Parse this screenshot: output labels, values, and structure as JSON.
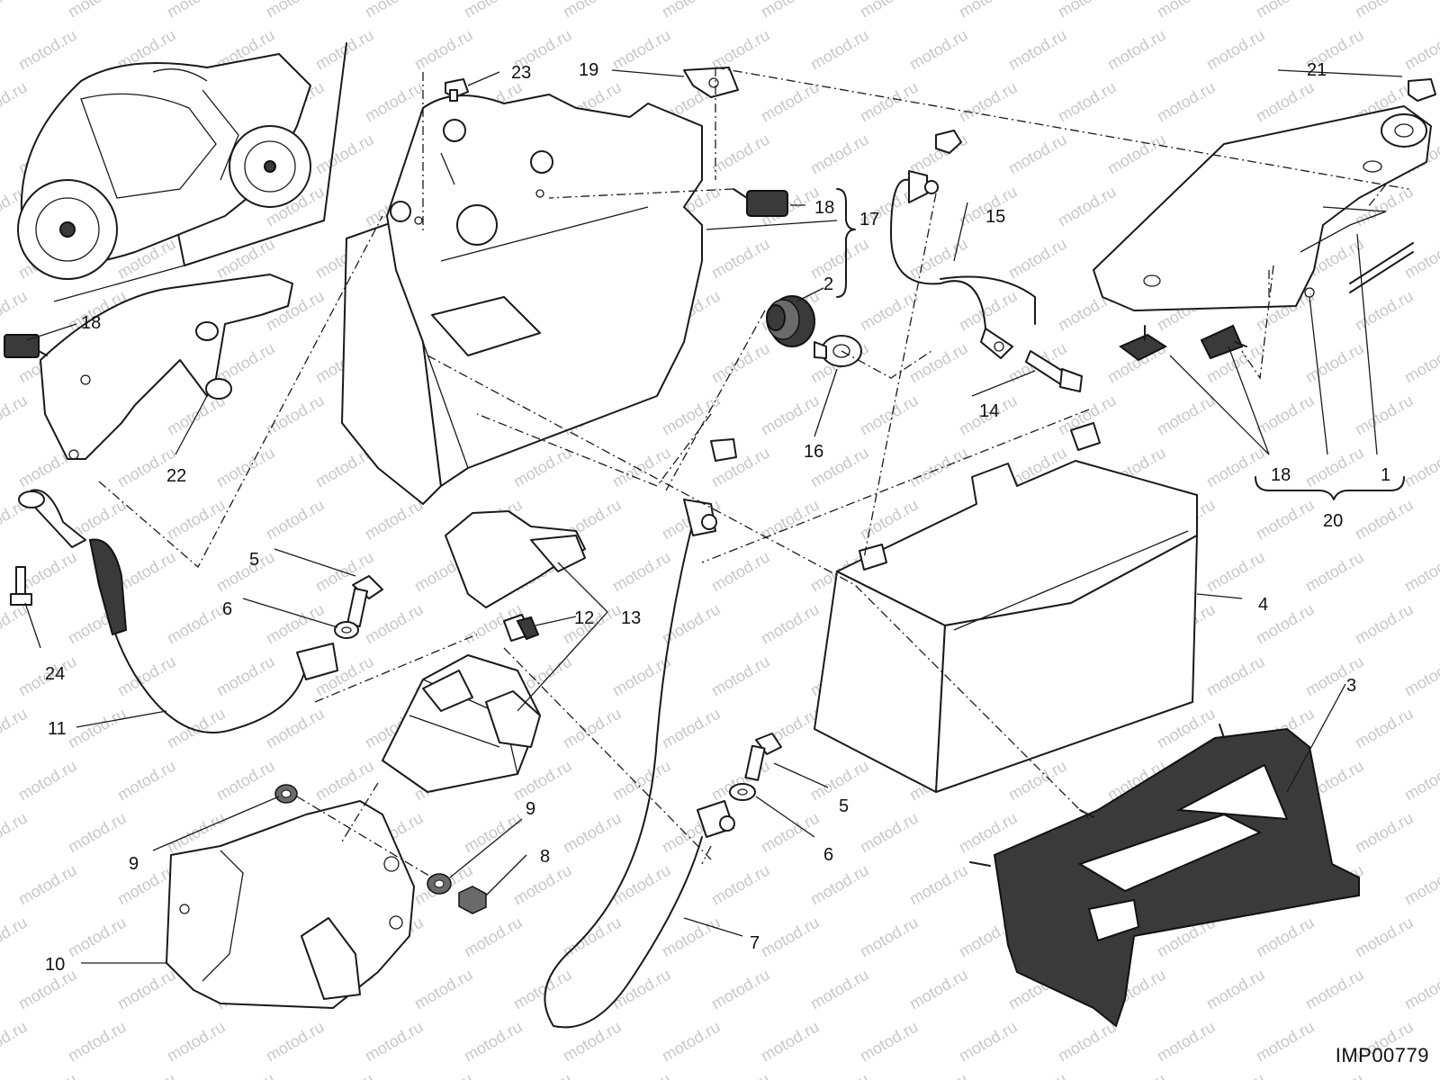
{
  "watermark": "motod.ru",
  "drawing_code": "IMP00779",
  "callouts": {
    "c1": "1",
    "c2": "2",
    "c3": "3",
    "c4": "4",
    "c5a": "5",
    "c5b": "5",
    "c6a": "6",
    "c6b": "6",
    "c7": "7",
    "c8": "8",
    "c9a": "9",
    "c9b": "9",
    "c10": "10",
    "c11": "11",
    "c12": "12",
    "c13": "13",
    "c14": "14",
    "c15": "15",
    "c16": "16",
    "c17": "17",
    "c18a": "18",
    "c18b": "18",
    "c18c": "18",
    "c19": "19",
    "c20": "20",
    "c21": "21",
    "c22": "22",
    "c23": "23",
    "c24": "24"
  }
}
